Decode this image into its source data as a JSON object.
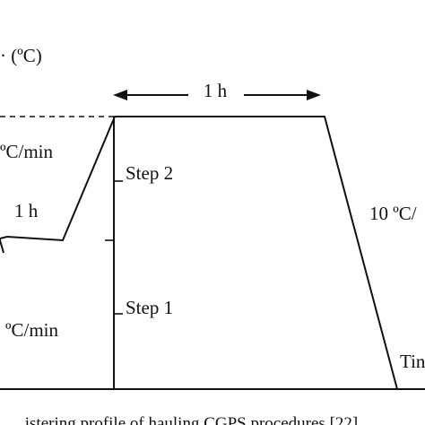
{
  "colors": {
    "line": "#111111",
    "background": "#ffffff"
  },
  "labels": {
    "y_axis_unit": "· (ºC)",
    "hold_top": "1 h",
    "rate_up": "ºC/min",
    "hold_mid": "1 h",
    "step2": "Step 2",
    "step1": "Step 1",
    "rate_low": "ºC/min",
    "rate_down": "10 ºC/",
    "x_axis_unit": "Tin",
    "caption": "… istering profile of hauling CGPS procedures [22]"
  }
}
